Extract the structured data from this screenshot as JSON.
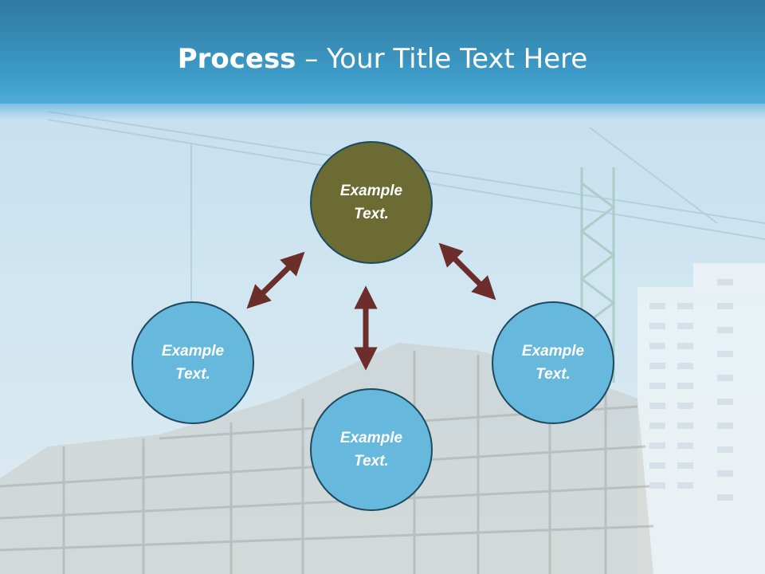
{
  "slide": {
    "title_bold": "Process",
    "title_rest": " – Your Title Text Here"
  },
  "colors": {
    "header": "#3d9ac6",
    "center_node": "#6b6b33",
    "outer_node": "#66b8dc",
    "node_border": "#1d4a5e",
    "arrow": "#6b2e2a"
  },
  "nodes": {
    "top": "Example\nText.",
    "left": "Example\nText.",
    "bottom": "Example\nText.",
    "right": "Example\nText."
  }
}
